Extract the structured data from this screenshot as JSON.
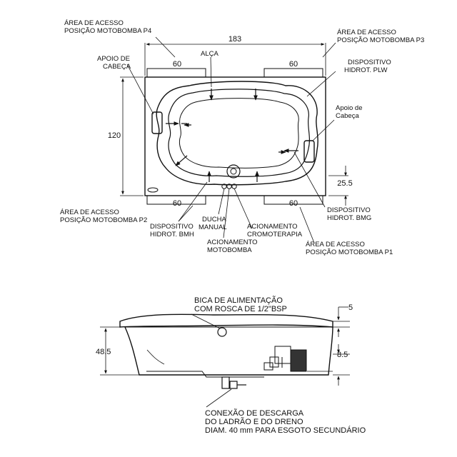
{
  "top_view": {
    "dims": {
      "width": "183",
      "height": "120",
      "p4_access": "60",
      "p3_access": "60",
      "p2_access": "60",
      "p1_access": "60",
      "offset": "25.5"
    },
    "labels": {
      "p4": [
        "ÁREA DE ACESSO",
        "POSIÇÃO MOTOBOMBA P4"
      ],
      "p3": [
        "ÁREA DE ACESSO",
        "POSIÇÃO MOTOBOMBA P3"
      ],
      "p2": [
        "ÁREA DE ACESSO",
        "POSIÇÃO MOTOBOMBA P2"
      ],
      "p1": [
        "ÁREA DE ACESSO",
        "POSIÇÃO MOTOBOMBA P1"
      ],
      "head_left": [
        "APOIO DE",
        "CABEÇA"
      ],
      "head_right": [
        "Apoio de",
        "Cabeça"
      ],
      "handle": "ALÇA",
      "plw": [
        "DISPOSITIVO",
        "HIDROT.  PLW"
      ],
      "bmg": [
        "DISPOSITIVO",
        "HIDROT. BMG"
      ],
      "bmh": [
        "DISPOSITIVO",
        "HIDROT. BMH"
      ],
      "shower": [
        "DUCHA",
        "MANUAL"
      ],
      "pump": [
        "ACIONAMENTO",
        "MOTOBOMBA"
      ],
      "chromo": [
        "ACIONAMENTO",
        "CROMOTERAPIA"
      ]
    }
  },
  "side_view": {
    "dims": {
      "height": "48.5",
      "rim": "5",
      "pump_height": "8.5"
    },
    "labels": {
      "spout": [
        "BICA DE ALIMENTAÇÃO",
        "COM ROSCA DE 1/2\"BSP"
      ],
      "drain": [
        "CONEXÃO DE DESCARGA",
        "DO LADRÃO E DO DRENO",
        "DIAM. 40 mm PARA ESGOTO SECUNDÁRIO"
      ]
    }
  }
}
